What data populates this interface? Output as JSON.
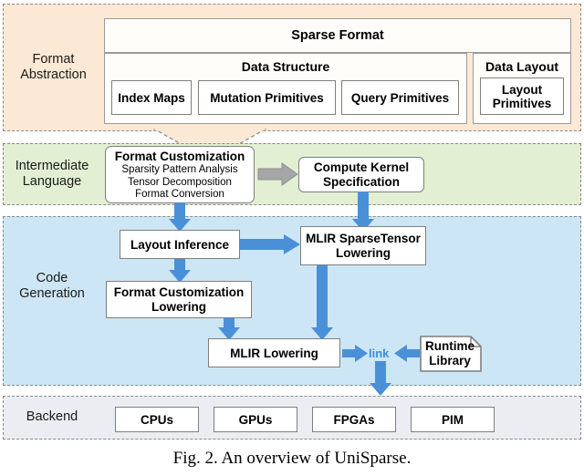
{
  "figure": {
    "caption": "Fig. 2.  An overview of UniSparse.",
    "link_label": "link"
  },
  "colors": {
    "format_abstraction_bg": "#fce9d5",
    "intermediate_bg": "#e2efd3",
    "codegen_bg": "#cde6f5",
    "backend_bg": "#ecedf3",
    "blue_arrow": "#4a90d9",
    "gray_arrow": "#a6a6a6",
    "link_text": "#3a8ede",
    "band_border": "#8a8a8a",
    "node_border": "#7f7f7f"
  },
  "bands": [
    {
      "id": "format-abstraction",
      "label": "Format\nAbstraction"
    },
    {
      "id": "intermediate-language",
      "label": "Intermediate\nLanguage"
    },
    {
      "id": "code-generation",
      "label": "Code\nGeneration"
    },
    {
      "id": "backend",
      "label": "Backend"
    }
  ],
  "format_abstraction": {
    "title": "Sparse Format",
    "data_structure": {
      "title": "Data Structure",
      "items": [
        "Index Maps",
        "Mutation Primitives",
        "Query Primitives"
      ]
    },
    "data_layout": {
      "title": "Data Layout",
      "items": [
        "Layout\nPrimitives"
      ]
    }
  },
  "intermediate_language": {
    "format_customization": {
      "title": "Format Customization",
      "lines": [
        "Sparsity Pattern Analysis",
        "Tensor Decomposition",
        "Format Conversion"
      ]
    },
    "compute_kernel": {
      "title": "Compute Kernel\nSpecification"
    }
  },
  "code_generation": {
    "nodes": [
      {
        "id": "layout-inference",
        "label": "Layout Inference"
      },
      {
        "id": "mlir-sparsetensor-lowering",
        "label": "MLIR SparseTensor\nLowering"
      },
      {
        "id": "format-customization-lowering",
        "label": "Format Customization\nLowering"
      },
      {
        "id": "mlir-lowering",
        "label": "MLIR Lowering"
      },
      {
        "id": "runtime-library",
        "label": "Runtime\nLibrary"
      }
    ]
  },
  "backend": {
    "items": [
      "CPUs",
      "GPUs",
      "FPGAs",
      "PIM"
    ]
  }
}
